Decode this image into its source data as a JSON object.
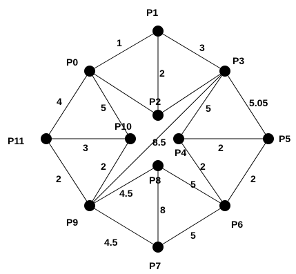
{
  "nodes": [
    {
      "id": "P0",
      "label": "P0"
    },
    {
      "id": "P1",
      "label": "P1"
    },
    {
      "id": "P2",
      "label": "P2"
    },
    {
      "id": "P3",
      "label": "P3"
    },
    {
      "id": "P4",
      "label": "P4"
    },
    {
      "id": "P5",
      "label": "P5"
    },
    {
      "id": "P6",
      "label": "P6"
    },
    {
      "id": "P7",
      "label": "P7"
    },
    {
      "id": "P8",
      "label": "P8"
    },
    {
      "id": "P9",
      "label": "P9"
    },
    {
      "id": "P10",
      "label": "P10"
    },
    {
      "id": "P11",
      "label": "P11"
    }
  ],
  "edges": [
    {
      "from": "P0",
      "to": "P1",
      "weight": "1"
    },
    {
      "from": "P1",
      "to": "P3",
      "weight": "3"
    },
    {
      "from": "P1",
      "to": "P2",
      "weight": "2"
    },
    {
      "from": "P0",
      "to": "P11",
      "weight": "4"
    },
    {
      "from": "P0",
      "to": "P10",
      "weight": "5"
    },
    {
      "from": "P0",
      "to": "P2",
      "weight": ""
    },
    {
      "from": "P3",
      "to": "P2",
      "weight": ""
    },
    {
      "from": "P3",
      "to": "P4",
      "weight": "5"
    },
    {
      "from": "P3",
      "to": "P5",
      "weight": "5.05"
    },
    {
      "from": "P3",
      "to": "P9",
      "weight": "8.5"
    },
    {
      "from": "P11",
      "to": "P10",
      "weight": "3"
    },
    {
      "from": "P11",
      "to": "P9",
      "weight": "2"
    },
    {
      "from": "P10",
      "to": "P9",
      "weight": "2"
    },
    {
      "from": "P4",
      "to": "P5",
      "weight": "2"
    },
    {
      "from": "P4",
      "to": "P6",
      "weight": "2"
    },
    {
      "from": "P5",
      "to": "P6",
      "weight": "2"
    },
    {
      "from": "P8",
      "to": "P9",
      "weight": "4.5"
    },
    {
      "from": "P8",
      "to": "P6",
      "weight": "5"
    },
    {
      "from": "P8",
      "to": "P7",
      "weight": "8"
    },
    {
      "from": "P9",
      "to": "P7",
      "weight": "4.5"
    },
    {
      "from": "P6",
      "to": "P7",
      "weight": "5"
    }
  ]
}
